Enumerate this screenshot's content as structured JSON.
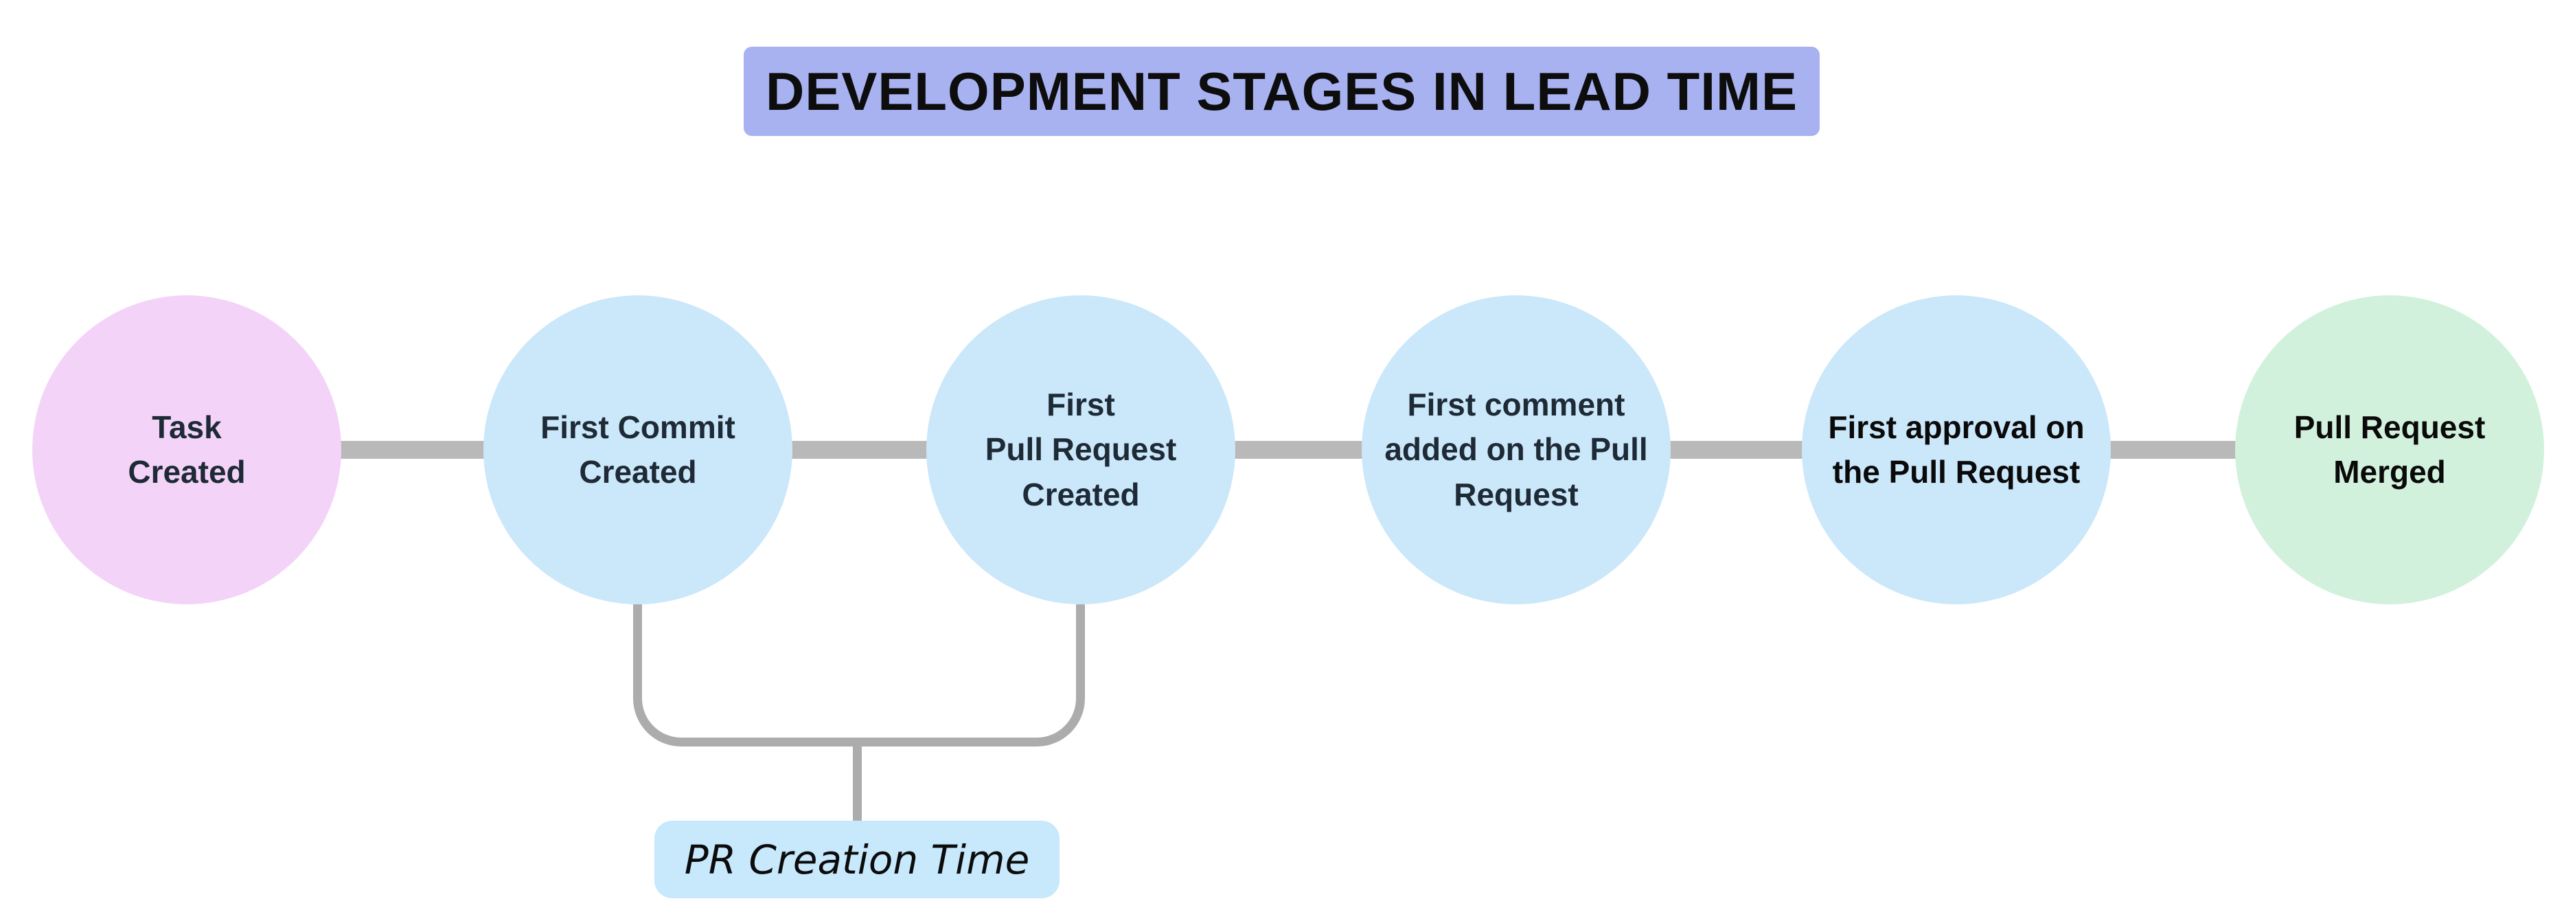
{
  "title": {
    "text": "DEVELOPMENT STAGES IN LEAD TIME",
    "bg_color": "#a8b2f0",
    "text_color": "#0d0d0d"
  },
  "stages": [
    {
      "id": "task-created",
      "label": "Task\nCreated",
      "fill": "#f4d3f8",
      "text_color": "#1e2a36"
    },
    {
      "id": "first-commit-created",
      "label": "First Commit\nCreated",
      "fill": "#cbe7fa",
      "text_color": "#1e2a36"
    },
    {
      "id": "first-pull-request-created",
      "label": "First\nPull Request\nCreated",
      "fill": "#cbe7fa",
      "text_color": "#1e2a36"
    },
    {
      "id": "first-comment-added",
      "label": "First comment\nadded on the Pull\nRequest",
      "fill": "#cbe7fa",
      "text_color": "#1e2a36"
    },
    {
      "id": "first-approval",
      "label": "First approval on\nthe Pull Request",
      "fill": "#cbe7fa",
      "text_color": "#0a0a0a"
    },
    {
      "id": "pull-request-merged",
      "label": "Pull Request\nMerged",
      "fill": "#d2f1dc",
      "text_color": "#0a0a0a"
    }
  ],
  "bracket_annotation": {
    "label": "PR Creation Time",
    "bg_color": "#c8e8fc",
    "text_color": "#0c0c0c",
    "spans_stages": [
      "first-commit-created",
      "first-pull-request-created"
    ]
  },
  "connectors": {
    "line_color": "#b9b9b9",
    "bracket_color": "#acacac"
  }
}
